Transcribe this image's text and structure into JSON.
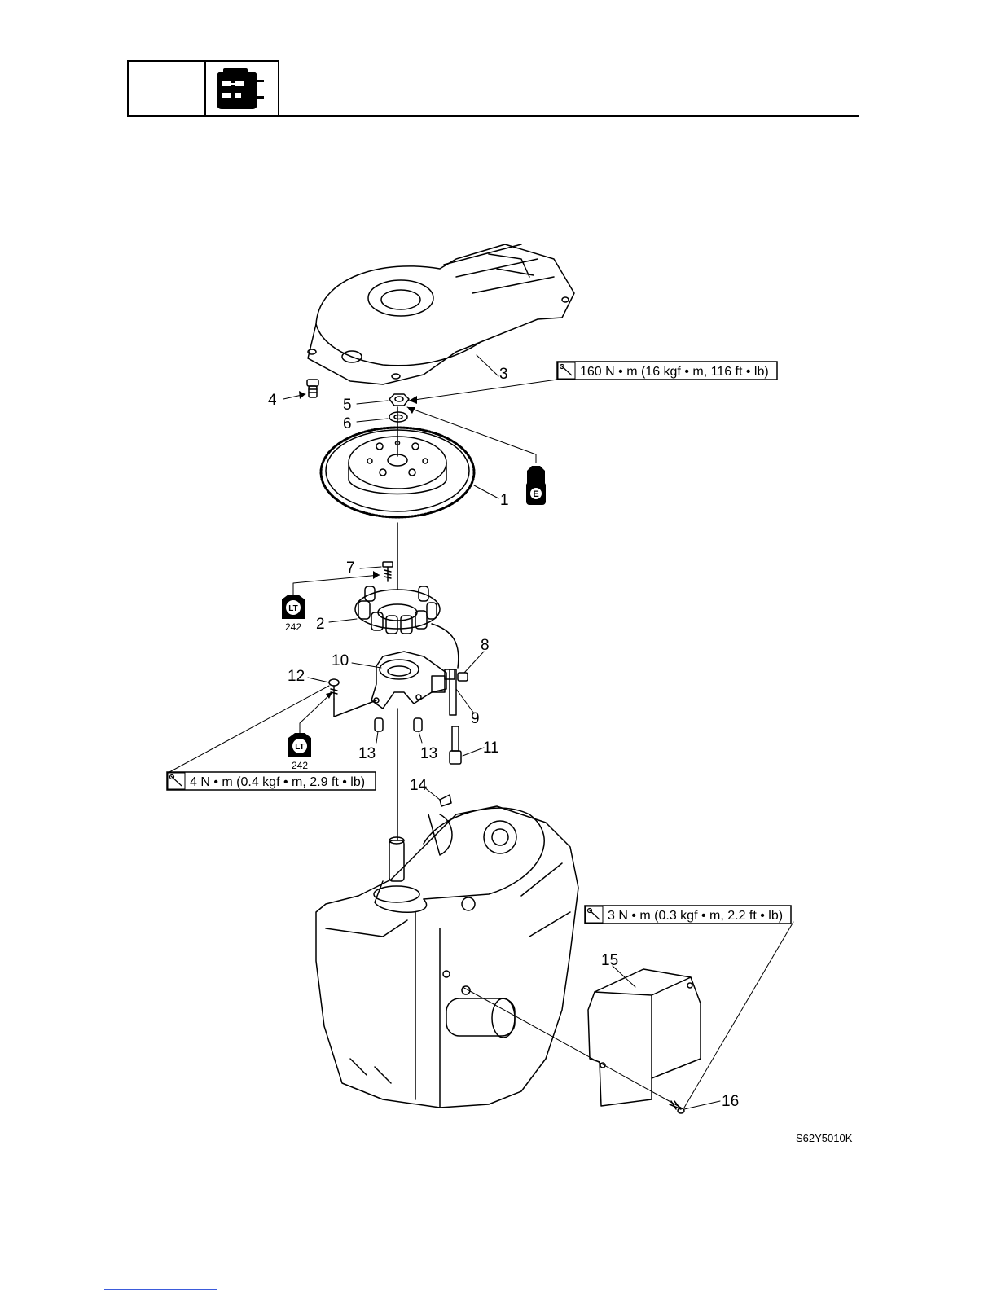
{
  "header": {
    "icon": "electrical-component-icon"
  },
  "torque_specs": {
    "flywheel_nut": "160 N • m (16 kgf • m, 116 ft • lb)",
    "stator_screw": "4 N • m (0.4 kgf • m, 2.9 ft • lb)",
    "cover_bolt": "3 N • m (0.3 kgf • m, 2.2 ft • lb)"
  },
  "badges": {
    "oil": "E",
    "loctite": "LT",
    "loctite_number": "242"
  },
  "callouts": [
    "1",
    "2",
    "3",
    "4",
    "5",
    "6",
    "7",
    "8",
    "9",
    "10",
    "11",
    "12",
    "13",
    "13",
    "14",
    "15",
    "16"
  ],
  "figure_code": "S62Y5010K"
}
